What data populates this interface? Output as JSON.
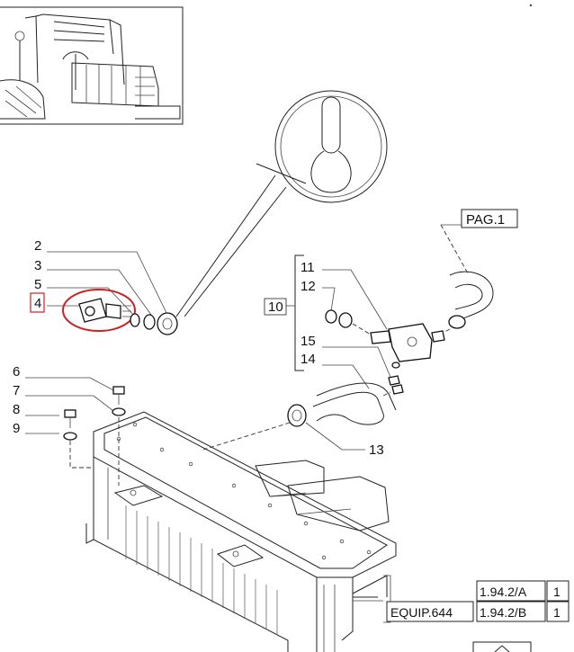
{
  "callouts": [
    {
      "id": "2",
      "text": "2"
    },
    {
      "id": "3",
      "text": "3"
    },
    {
      "id": "5",
      "text": "5"
    },
    {
      "id": "4",
      "text": "4"
    },
    {
      "id": "6",
      "text": "6"
    },
    {
      "id": "7",
      "text": "7"
    },
    {
      "id": "8",
      "text": "8"
    },
    {
      "id": "9",
      "text": "9"
    },
    {
      "id": "11",
      "text": "11"
    },
    {
      "id": "12",
      "text": "12"
    },
    {
      "id": "10",
      "text": "10"
    },
    {
      "id": "15",
      "text": "15"
    },
    {
      "id": "14",
      "text": "14"
    },
    {
      "id": "13",
      "text": "13"
    }
  ],
  "page_ref": "PAG.1",
  "reference_table": {
    "equipment": "EQUIP.644",
    "rows": [
      {
        "code": "1.94.2/A",
        "sheet": "1"
      },
      {
        "code": "1.94.2/B",
        "sheet": "1"
      }
    ]
  },
  "highlight": {
    "part": "4",
    "color": "#cc2222"
  },
  "colors": {
    "line": "#222222",
    "background": "#ffffff"
  }
}
